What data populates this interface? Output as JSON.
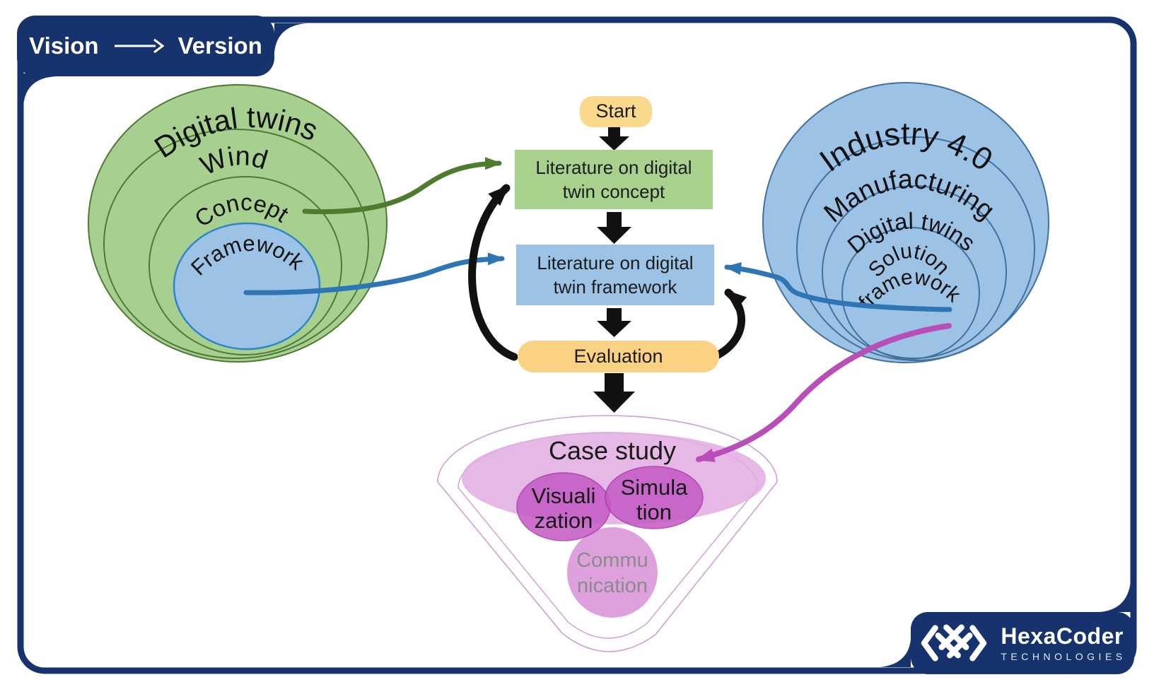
{
  "badge": {
    "vision": "Vision",
    "version": "Version"
  },
  "left_cluster": {
    "ring1": "Digital twins",
    "ring2": "Wind",
    "ring3": "Concept",
    "inner": "Framework"
  },
  "right_cluster": {
    "ring1": "Industry 4.0",
    "ring2": "Manufacturing",
    "ring3": "Digital twins",
    "inner_line1": "Solution",
    "inner_line2": "framework"
  },
  "flow": {
    "start": "Start",
    "concept_line1": "Literature on digital",
    "concept_line2": "twin concept",
    "framework_line1": "Literature on digital",
    "framework_line2": "twin framework",
    "evaluation": "Evaluation"
  },
  "funnel": {
    "case_study": "Case study",
    "visualization_line1": "Visuali",
    "visualization_line2": "zation",
    "simulation_line1": "Simula",
    "simulation_line2": "tion",
    "communication_line1": "Commu",
    "communication_line2": "nication"
  },
  "logo": {
    "name": "HexaCoder",
    "subtitle": "TECHNOLOGIES"
  },
  "colors": {
    "navy": "#16336d",
    "green_fill": "#a6cf90",
    "green_box": "#a9d18e",
    "green_stroke": "#4e7a35",
    "blue_fill": "#9cc3e6",
    "blue_stroke": "#41719c",
    "inner_blue_stroke": "#2e86c9",
    "orange": "#fbd98c",
    "green_arrow": "#4e7c2f",
    "blue_arrow": "#2e75b6",
    "magenta_arrow": "#b94eb9",
    "plum_light": "#e2abe2",
    "plum_dark": "#c458c4",
    "plum_mid": "#dc96da",
    "funnel_outline": "#cf9fd0",
    "black": "#111111"
  }
}
